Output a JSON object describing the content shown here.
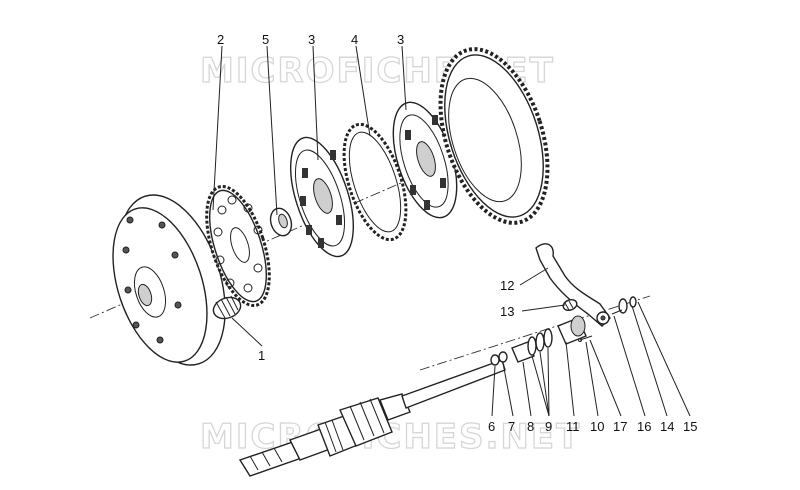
{
  "watermarks": {
    "top": "MICROFICHE.NET",
    "bottom": "MICROFICHES.NET"
  },
  "callouts": [
    "2",
    "5",
    "3",
    "4",
    "3",
    "1",
    "12",
    "13",
    "6",
    "7",
    "8",
    "9",
    "11",
    "10",
    "17",
    "16",
    "14",
    "15"
  ]
}
